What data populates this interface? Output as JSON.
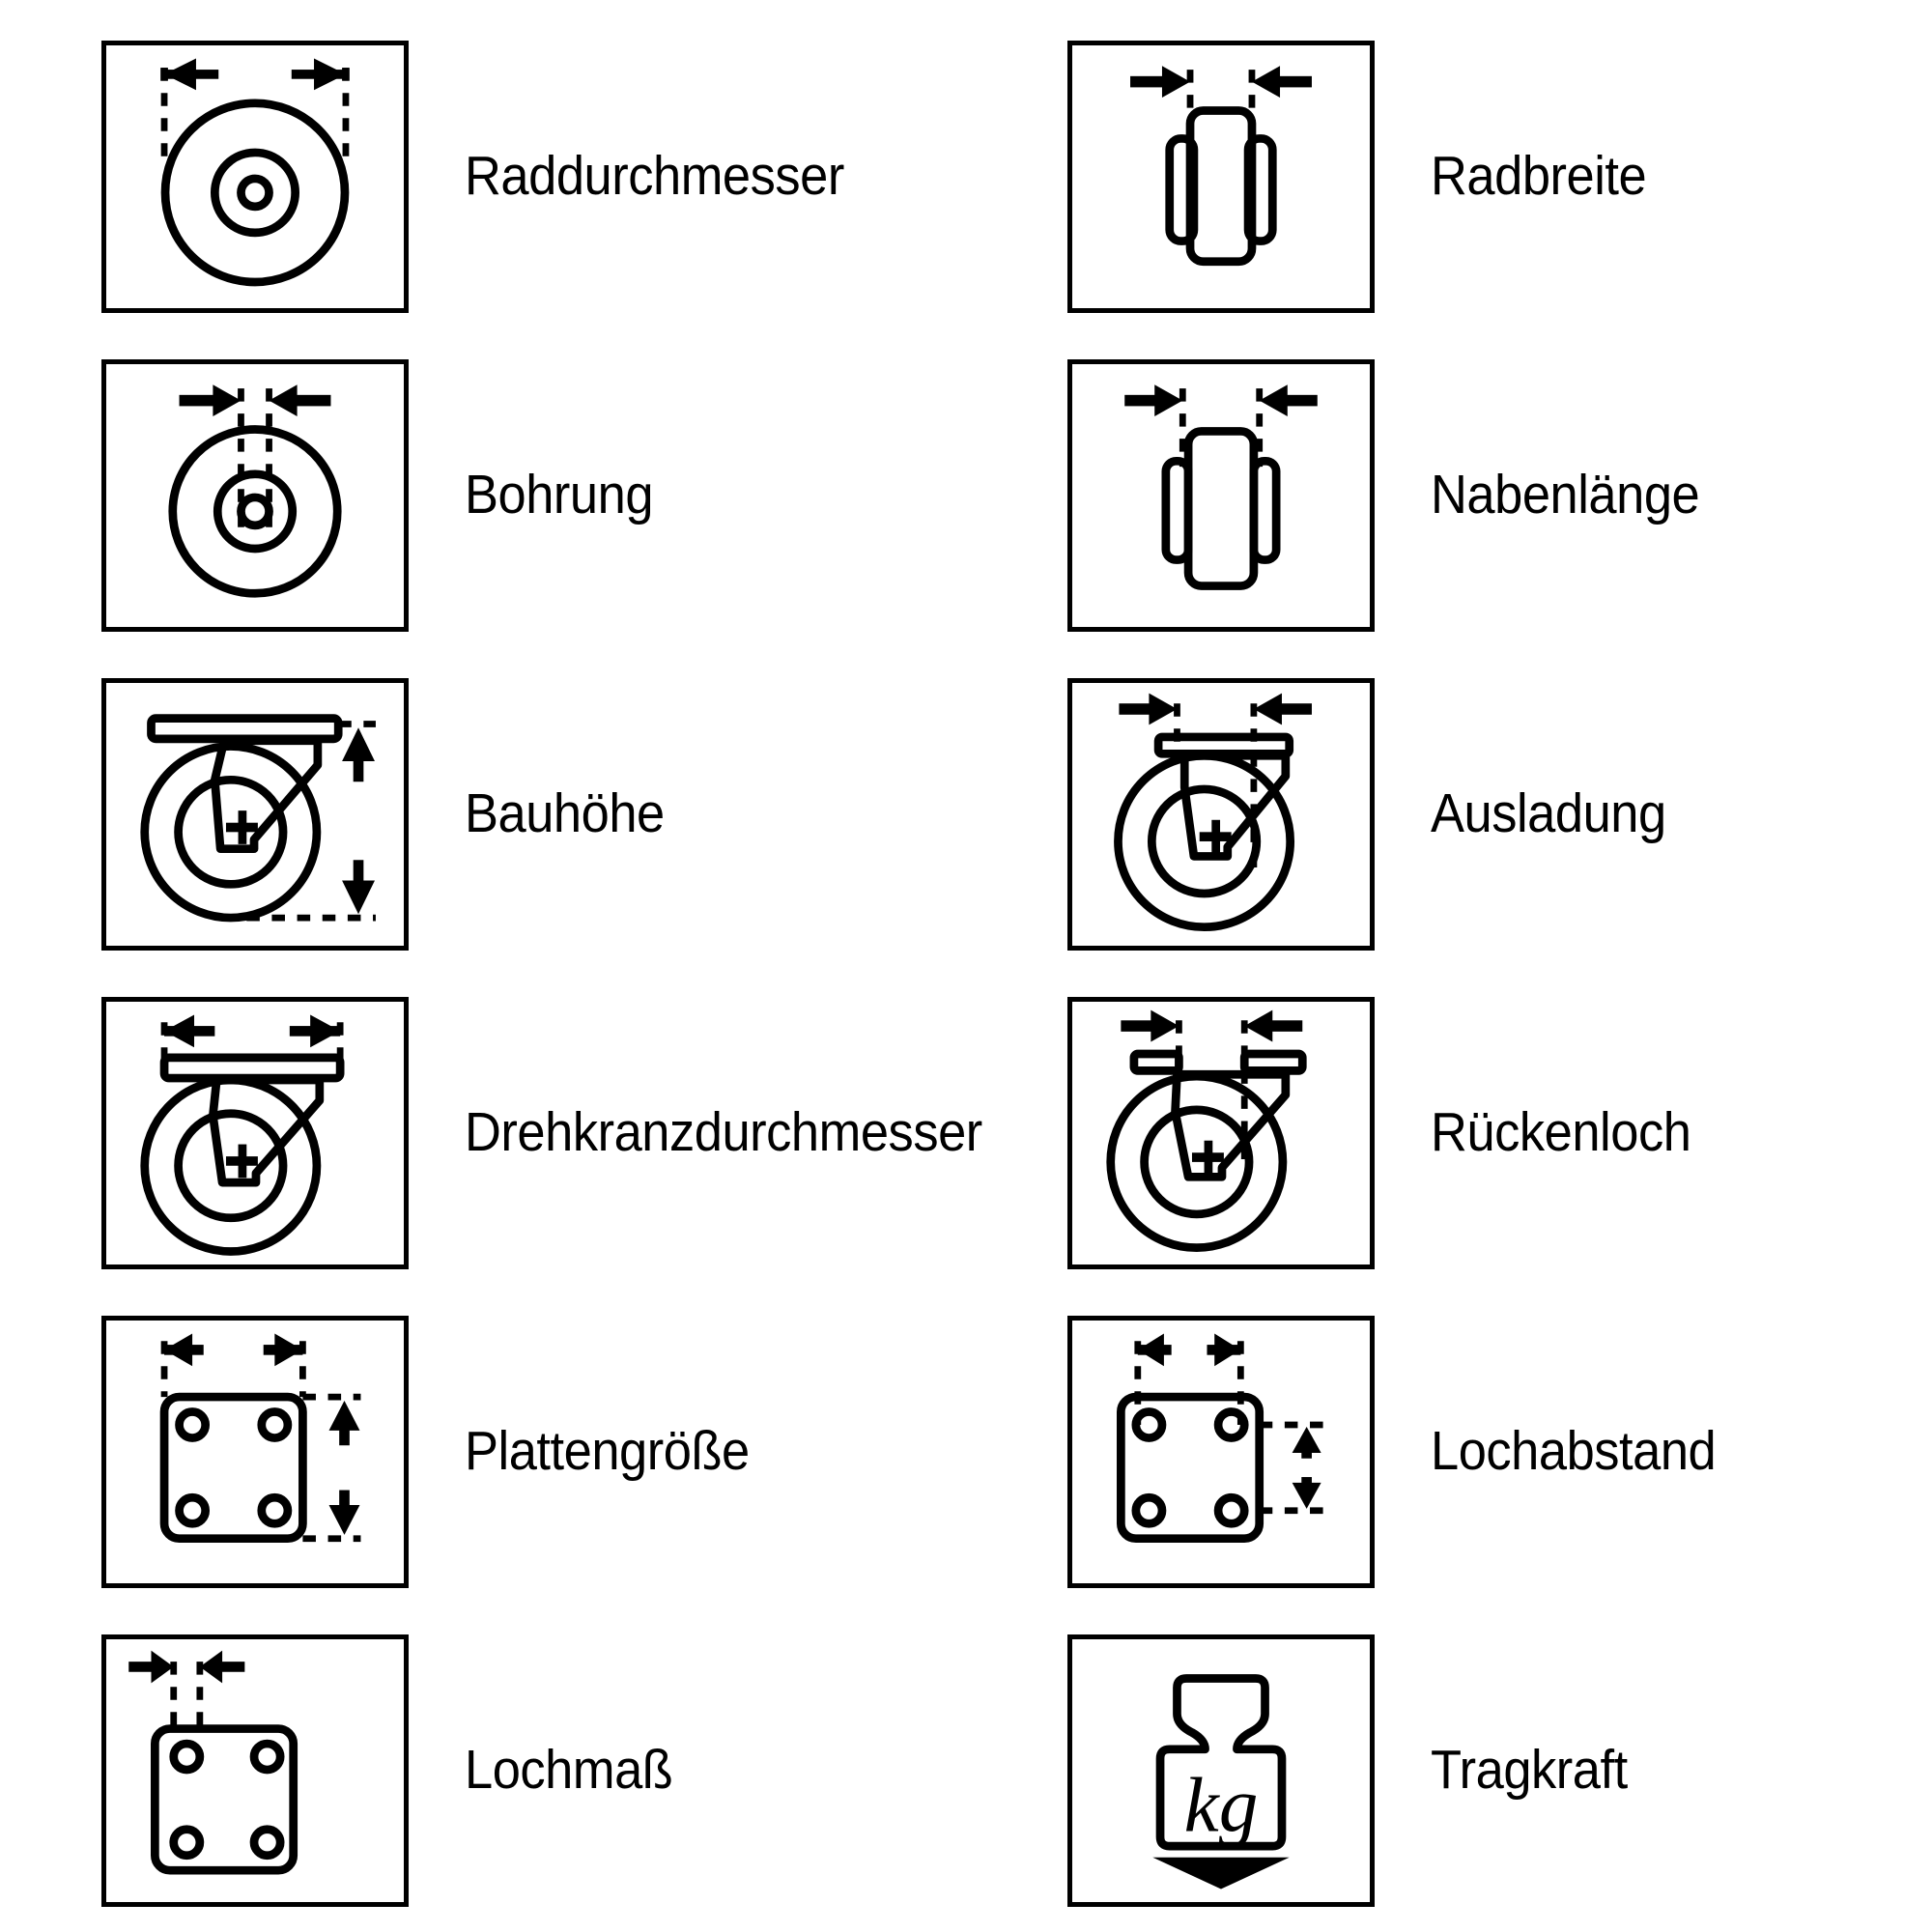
{
  "document": {
    "title": "Rad- und Rollen-Masskizzen Legende",
    "language": "de",
    "layout": {
      "columns": 2,
      "rows": 6,
      "total_entries": 12
    },
    "colors": {
      "ink": "#000000",
      "background": "#ffffff"
    }
  },
  "entries": [
    {
      "id": "raddurchmesser",
      "label": "Raddurchmesser",
      "icon_name": "wheel-front-diameter-icon",
      "column": "left",
      "row": 1,
      "depicts": "Rad von vorne, konzentrische Kreise, waagerechtes Massmass ueber dem Rad",
      "dimension_orientation": "horizontal-outward"
    },
    {
      "id": "radbreite",
      "label": "Radbreite",
      "icon_name": "wheel-side-width-icon",
      "column": "right",
      "row": 1,
      "depicts": "Rad von der Seite mit Nabe, waagerechtes Massmass ueber der Lauffläche",
      "dimension_orientation": "horizontal-inward"
    },
    {
      "id": "bohrung",
      "label": "Bohrung",
      "icon_name": "wheel-bore-icon",
      "column": "left",
      "row": 2,
      "depicts": "Rad von vorne, gestrichelte Linien zur Mittelbohrung",
      "dimension_orientation": "horizontal-inward"
    },
    {
      "id": "nabenlaenge",
      "label": "Nabenlänge",
      "icon_name": "wheel-hub-length-icon",
      "column": "right",
      "row": 2,
      "depicts": "Rad von der Seite, Massmass ueber die Nabenbreite",
      "dimension_orientation": "horizontal-inward"
    },
    {
      "id": "bauhoehe",
      "label": "Bauhöhe",
      "icon_name": "caster-overall-height-icon",
      "column": "left",
      "row": 3,
      "depicts": "Lenkrolle mit Anschraubplatte, senkrechtes Massmass von Platte bis Boden",
      "dimension_orientation": "vertical-outward"
    },
    {
      "id": "ausladung",
      "label": "Ausladung",
      "icon_name": "caster-offset-icon",
      "column": "right",
      "row": 3,
      "depicts": "Lenkrolle, waagerechtes Massmass von Drehachse zur Radmitte",
      "dimension_orientation": "horizontal-inward"
    },
    {
      "id": "drehkranzdurchmesser",
      "label": "Drehkranzdurchmesser",
      "icon_name": "swivel-race-diameter-icon",
      "column": "left",
      "row": 4,
      "depicts": "Lenkrolle, waagerechtes Massmass ueber den Drehkranz",
      "dimension_orientation": "horizontal-outward"
    },
    {
      "id": "rueckenloch",
      "label": "Rückenloch",
      "icon_name": "back-hole-icon",
      "column": "right",
      "row": 4,
      "depicts": "Lenkrolle mit geteilter Platte, Massmass ueber die Rueckenlochbreite",
      "dimension_orientation": "horizontal-inward"
    },
    {
      "id": "plattengroesse",
      "label": "Plattengröße",
      "icon_name": "mounting-plate-size-icon",
      "column": "left",
      "row": 5,
      "depicts": "Anschraubplatte mit vier Bohrungen, Breiten- und Hoehenmass",
      "dimension_orientation": "horizontal-outward-and-vertical-outward"
    },
    {
      "id": "lochabstand",
      "label": "Lochabstand",
      "icon_name": "hole-spacing-icon",
      "column": "right",
      "row": 5,
      "depicts": "Anschraubplatte, Abstand zwischen den Bohrungsmitten waagerecht und senkrecht",
      "dimension_orientation": "horizontal-outward-and-vertical-outward"
    },
    {
      "id": "lochmass",
      "label": "Lochmaß",
      "icon_name": "hole-diameter-icon",
      "column": "left",
      "row": 6,
      "depicts": "Anschraubplatte, Massmass ueber den Bohrungsdurchmesser",
      "dimension_orientation": "horizontal-inward"
    },
    {
      "id": "tragkraft",
      "label": "Tragkraft",
      "icon_name": "load-capacity-kg-weight-icon",
      "column": "right",
      "row": 6,
      "depicts": "Gewichtsstueck mit Aufschrift kg und Pfeil nach unten",
      "weight_unit_text": "kg",
      "dimension_orientation": "downward-arrow"
    }
  ]
}
